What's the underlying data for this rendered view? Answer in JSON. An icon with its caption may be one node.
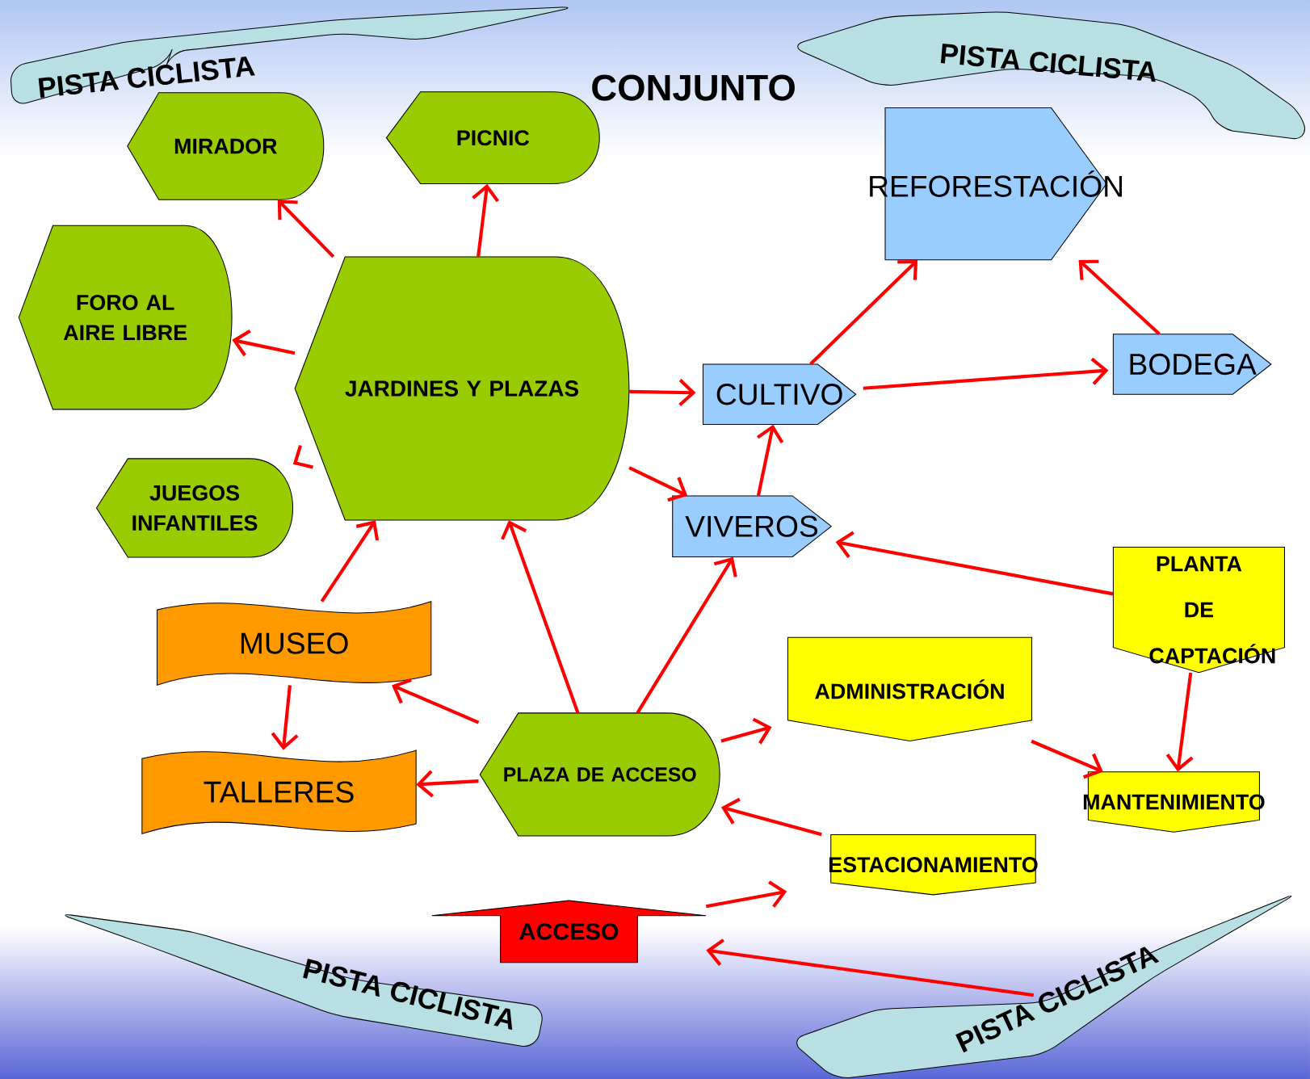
{
  "diagram": {
    "title": "CONJUNTO",
    "nodes": [
      {
        "text": [
          "MIRADOR"
        ]
      },
      {
        "text": [
          "PICNIC"
        ]
      },
      {
        "text": [
          "FORO AL AIRE LIBRE"
        ]
      },
      {
        "text": [
          "JARDINES Y PLAZAS"
        ]
      },
      {
        "text": [
          "JUEGOS INFANTILES"
        ]
      },
      {
        "text": [
          "REFORESTACIÓN"
        ]
      },
      {
        "text": [
          "CULTIVO"
        ]
      },
      {
        "text": [
          "BODEGA"
        ]
      },
      {
        "text": [
          "VIVEROS"
        ]
      },
      {
        "text": [
          "MUSEO"
        ]
      },
      {
        "text": [
          "PLANTA DE CAPTACIÓN"
        ]
      },
      {
        "text": [
          "ADMINISTRACIÓN"
        ]
      },
      {
        "text": [
          "TALLERES"
        ]
      },
      {
        "text": [
          "PLAZA DE ACCESO"
        ]
      },
      {
        "text": [
          "MANTENIMIENTO"
        ]
      },
      {
        "text": [
          "ESTACIONAMIENTO"
        ]
      },
      {
        "text": [
          "ACCESO"
        ]
      },
      {
        "text": [
          "PISTA CICLISTA"
        ]
      },
      {
        "text": [
          "PISTA CICLISTA"
        ]
      },
      {
        "text": [
          "PISTA CICLISTA"
        ]
      },
      {
        "text": [
          "PISTA CICLISTA"
        ]
      }
    ],
    "edges": [
      {
        "from": 3,
        "to": 0,
        "arrow": "to"
      },
      {
        "from": 3,
        "to": 1,
        "arrow": "to"
      },
      {
        "from": 3,
        "to": 2,
        "arrow": "to"
      },
      {
        "from": 3,
        "to": 4,
        "arrow": "to"
      },
      {
        "from": 3,
        "to": 6,
        "arrow": "to"
      },
      {
        "from": 3,
        "to": 8,
        "arrow": "to"
      },
      {
        "from": 6,
        "to": 5,
        "arrow": "to"
      },
      {
        "from": 6,
        "to": 7,
        "arrow": "to"
      },
      {
        "from": 7,
        "to": 5,
        "arrow": "to"
      },
      {
        "from": 8,
        "to": 6,
        "arrow": "to"
      },
      {
        "from": 10,
        "to": 8,
        "arrow": "to"
      },
      {
        "from": 13,
        "to": 3,
        "arrow": "to"
      },
      {
        "from": 13,
        "to": 8,
        "arrow": "to"
      },
      {
        "from": 13,
        "to": 9,
        "arrow": "to"
      },
      {
        "from": 13,
        "to": 12,
        "arrow": "to"
      },
      {
        "from": 9,
        "to": 3,
        "arrow": "to"
      },
      {
        "from": 9,
        "to": 12,
        "arrow": "to"
      },
      {
        "from": 13,
        "to": 11,
        "arrow": "to"
      },
      {
        "from": 11,
        "to": 14,
        "arrow": "to"
      },
      {
        "from": 10,
        "to": 14,
        "arrow": "to"
      },
      {
        "from": 15,
        "to": 13,
        "arrow": "to"
      },
      {
        "from": 16,
        "to": 15,
        "arrow": "to"
      },
      {
        "from": 20,
        "to": 16,
        "arrow": "to"
      }
    ]
  }
}
